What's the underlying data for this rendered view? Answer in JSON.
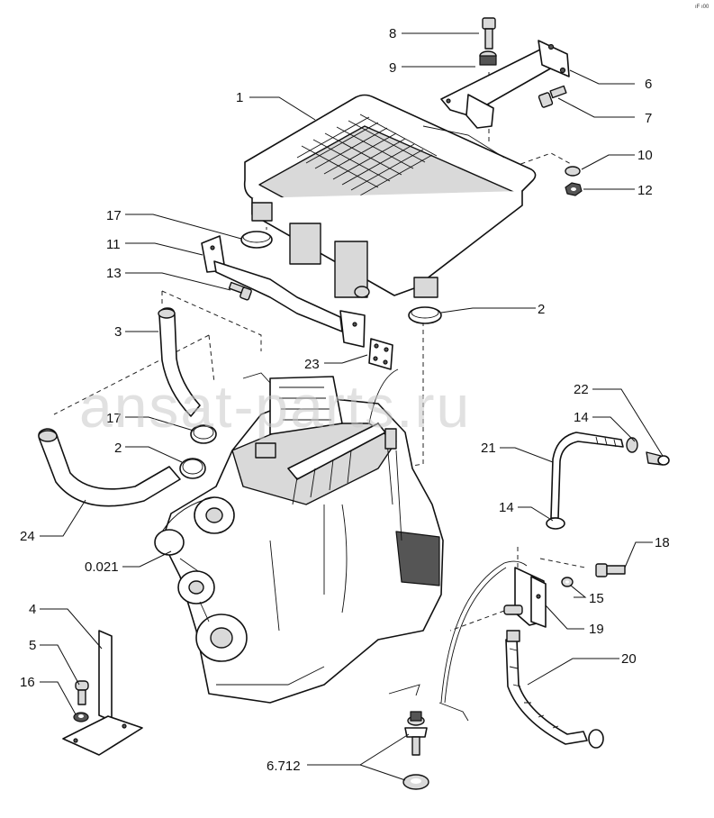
{
  "watermark": "ansat-parts.ru",
  "corner_code": "ıF ı00",
  "labels": [
    {
      "id": "label-8",
      "text": "8"
    },
    {
      "id": "label-9",
      "text": "9"
    },
    {
      "id": "label-1",
      "text": "1"
    },
    {
      "id": "label-6",
      "text": "6"
    },
    {
      "id": "label-7",
      "text": "7"
    },
    {
      "id": "label-10",
      "text": "10"
    },
    {
      "id": "label-12",
      "text": "12"
    },
    {
      "id": "label-17-top",
      "text": "17"
    },
    {
      "id": "label-11",
      "text": "11"
    },
    {
      "id": "label-13",
      "text": "13"
    },
    {
      "id": "label-2-right",
      "text": "2"
    },
    {
      "id": "label-3",
      "text": "3"
    },
    {
      "id": "label-23",
      "text": "23"
    },
    {
      "id": "label-22",
      "text": "22"
    },
    {
      "id": "label-14-top",
      "text": "14"
    },
    {
      "id": "label-17-mid",
      "text": "17"
    },
    {
      "id": "label-2-left",
      "text": "2"
    },
    {
      "id": "label-21",
      "text": "21"
    },
    {
      "id": "label-24",
      "text": "24"
    },
    {
      "id": "label-14-mid",
      "text": "14"
    },
    {
      "id": "label-18",
      "text": "18"
    },
    {
      "id": "label-0021",
      "text": "0.021"
    },
    {
      "id": "label-15",
      "text": "15"
    },
    {
      "id": "label-4",
      "text": "4"
    },
    {
      "id": "label-19",
      "text": "19"
    },
    {
      "id": "label-5",
      "text": "5"
    },
    {
      "id": "label-20",
      "text": "20"
    },
    {
      "id": "label-16",
      "text": "16"
    },
    {
      "id": "label-6712",
      "text": "6.712"
    }
  ]
}
